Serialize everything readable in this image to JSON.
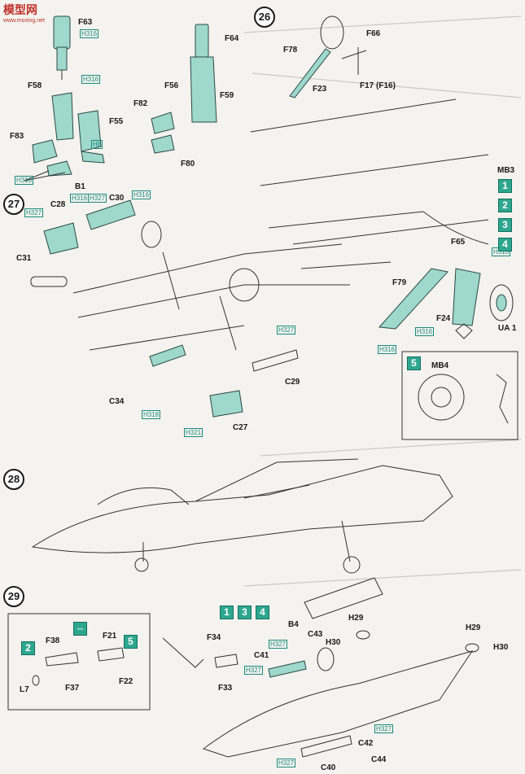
{
  "brand": {
    "name": "模型网",
    "url": "www.moxing.net"
  },
  "steps": [
    "26",
    "27",
    "28",
    "29"
  ],
  "labels": {
    "f63": "F63",
    "f64": "F64",
    "f58": "F58",
    "f55": "F55",
    "f56": "F56",
    "f59": "F59",
    "f82": "F82",
    "f80": "F80",
    "f83": "F83",
    "b1": "B1",
    "f78": "F78",
    "f66": "F66",
    "f23": "F23",
    "f17": "F17 (F16)",
    "mb3": "MB3",
    "f65": "F65",
    "f79": "F79",
    "f24": "F24",
    "ua1": "UA 1",
    "mb4": "MB4",
    "c28": "C28",
    "c30": "C30",
    "c31": "C31",
    "c29": "C29",
    "c34": "C34",
    "c27": "C27",
    "b4": "B4",
    "h29a": "H29",
    "h30a": "H30",
    "h29b": "H29",
    "h30b": "H30",
    "c43": "C43",
    "c41": "C41",
    "c42": "C42",
    "c40": "C40",
    "c44": "C44",
    "f34": "F34",
    "f33": "F33",
    "f38": "F38",
    "f21": "F21",
    "f22": "F22",
    "f37": "F37",
    "l7": "L7"
  },
  "color_codes": {
    "h316_1": "H316",
    "h316_2": "H316",
    "h8": "H8",
    "h316_3": "H316",
    "h316_4": "H316",
    "h327_1": "H327",
    "h327_2": "H327",
    "h316_5": "H316",
    "h316_6": "H316",
    "h316_7": "H316",
    "h327_3": "H327",
    "h318": "H318",
    "h321": "H321",
    "h316_8": "H316",
    "h327_4": "H327",
    "h327_5": "H327",
    "h327_6": "H327",
    "h327_7": "H327"
  },
  "color_boxes": {
    "mb3_1": "1",
    "mb3_2": "2",
    "mb3_3": "3",
    "mb3_4": "4",
    "mb4": "5",
    "s29_1": "1",
    "s29_3": "3",
    "s29_4": "4",
    "inset_2": "2",
    "inset_5": "5"
  },
  "colors": {
    "accent": "#2ea78f",
    "part_fill": "#9fd8cd",
    "line": "#333333"
  }
}
